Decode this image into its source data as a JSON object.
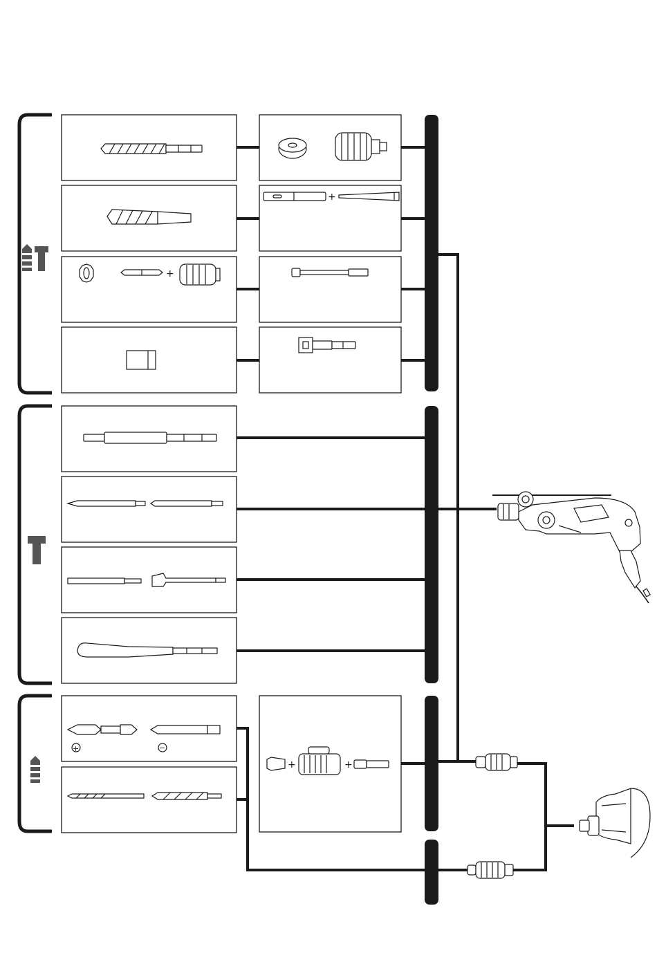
{
  "colors": {
    "line": "#1a1a1a",
    "mode_icon": "#555555",
    "frame": "#1a1a1a",
    "background": "#ffffff"
  },
  "mode_groups": [
    {
      "name": "hammer-drilling",
      "icon": "drill-plus-hammer-icon"
    },
    {
      "name": "chiselling",
      "icon": "hammer-icon"
    },
    {
      "name": "drilling",
      "icon": "drill-bit-icon"
    }
  ],
  "accessory_panels": [
    {
      "name": "sds-plus-drill-bit",
      "icon": "sds-drill-bit-icon"
    },
    {
      "name": "dust-cap-and-core-cutter",
      "icon": "dust-cap-icon"
    },
    {
      "name": "taper-drill-bit",
      "icon": "taper-drill-icon"
    },
    {
      "name": "adapter-and-wedge",
      "icon": "wedge-adapter-icon"
    },
    {
      "name": "core-bit-kit",
      "icon": "core-bit-icon"
    },
    {
      "name": "extension-adapter",
      "icon": "extension-adapter-icon"
    },
    {
      "name": "socket",
      "icon": "socket-icon"
    },
    {
      "name": "socket-adapter",
      "icon": "socket-adapter-icon"
    },
    {
      "name": "sds-plus-pointed-rod",
      "icon": "rod-icon"
    },
    {
      "name": "pointed-and-flat-chisel",
      "icon": "pointed-chisel-icon"
    },
    {
      "name": "flat-and-wide-chisel",
      "icon": "wide-chisel-icon"
    },
    {
      "name": "gouge-chisel",
      "icon": "gouge-chisel-icon"
    },
    {
      "name": "screwdriver-bits",
      "icon": "screwdriver-bit-icon"
    },
    {
      "name": "twist-and-wood-bits",
      "icon": "twist-drill-icon"
    },
    {
      "name": "chuck-adapter-set",
      "icon": "chuck-adapter-icon"
    }
  ],
  "tools": [
    {
      "name": "rotary-hammer",
      "icon": "rotary-hammer-icon"
    },
    {
      "name": "sds-chuck",
      "icon": "sds-chuck-icon"
    },
    {
      "name": "keyless-chuck",
      "icon": "keyless-chuck-icon"
    },
    {
      "name": "tool-front-chuck-mount",
      "icon": "chuck-mount-icon"
    }
  ],
  "screw_symbols": {
    "plus": "+",
    "minus": "−"
  },
  "plus_sign": "+"
}
